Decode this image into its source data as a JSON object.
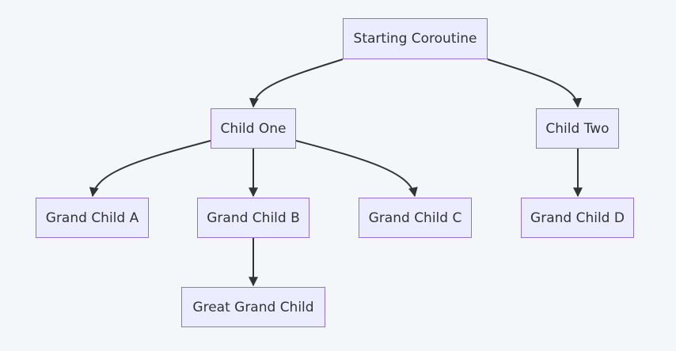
{
  "diagram": {
    "nodes": {
      "start": "Starting Coroutine",
      "child_one": "Child One",
      "child_two": "Child Two",
      "grand_child_a": "Grand Child A",
      "grand_child_b": "Grand Child B",
      "grand_child_c": "Grand Child C",
      "grand_child_d": "Grand Child D",
      "great_grand_child": "Great Grand Child"
    },
    "edges": [
      {
        "from": "start",
        "to": "child_one"
      },
      {
        "from": "start",
        "to": "child_two"
      },
      {
        "from": "child_one",
        "to": "grand_child_a"
      },
      {
        "from": "child_one",
        "to": "grand_child_b"
      },
      {
        "from": "child_one",
        "to": "grand_child_c"
      },
      {
        "from": "child_two",
        "to": "grand_child_d"
      },
      {
        "from": "grand_child_b",
        "to": "great_grand_child"
      }
    ],
    "colors": {
      "background": "#f4f7fa",
      "node_fill": "#ececff",
      "node_border": "#9370db",
      "edge": "#333333",
      "text": "#333333"
    }
  }
}
